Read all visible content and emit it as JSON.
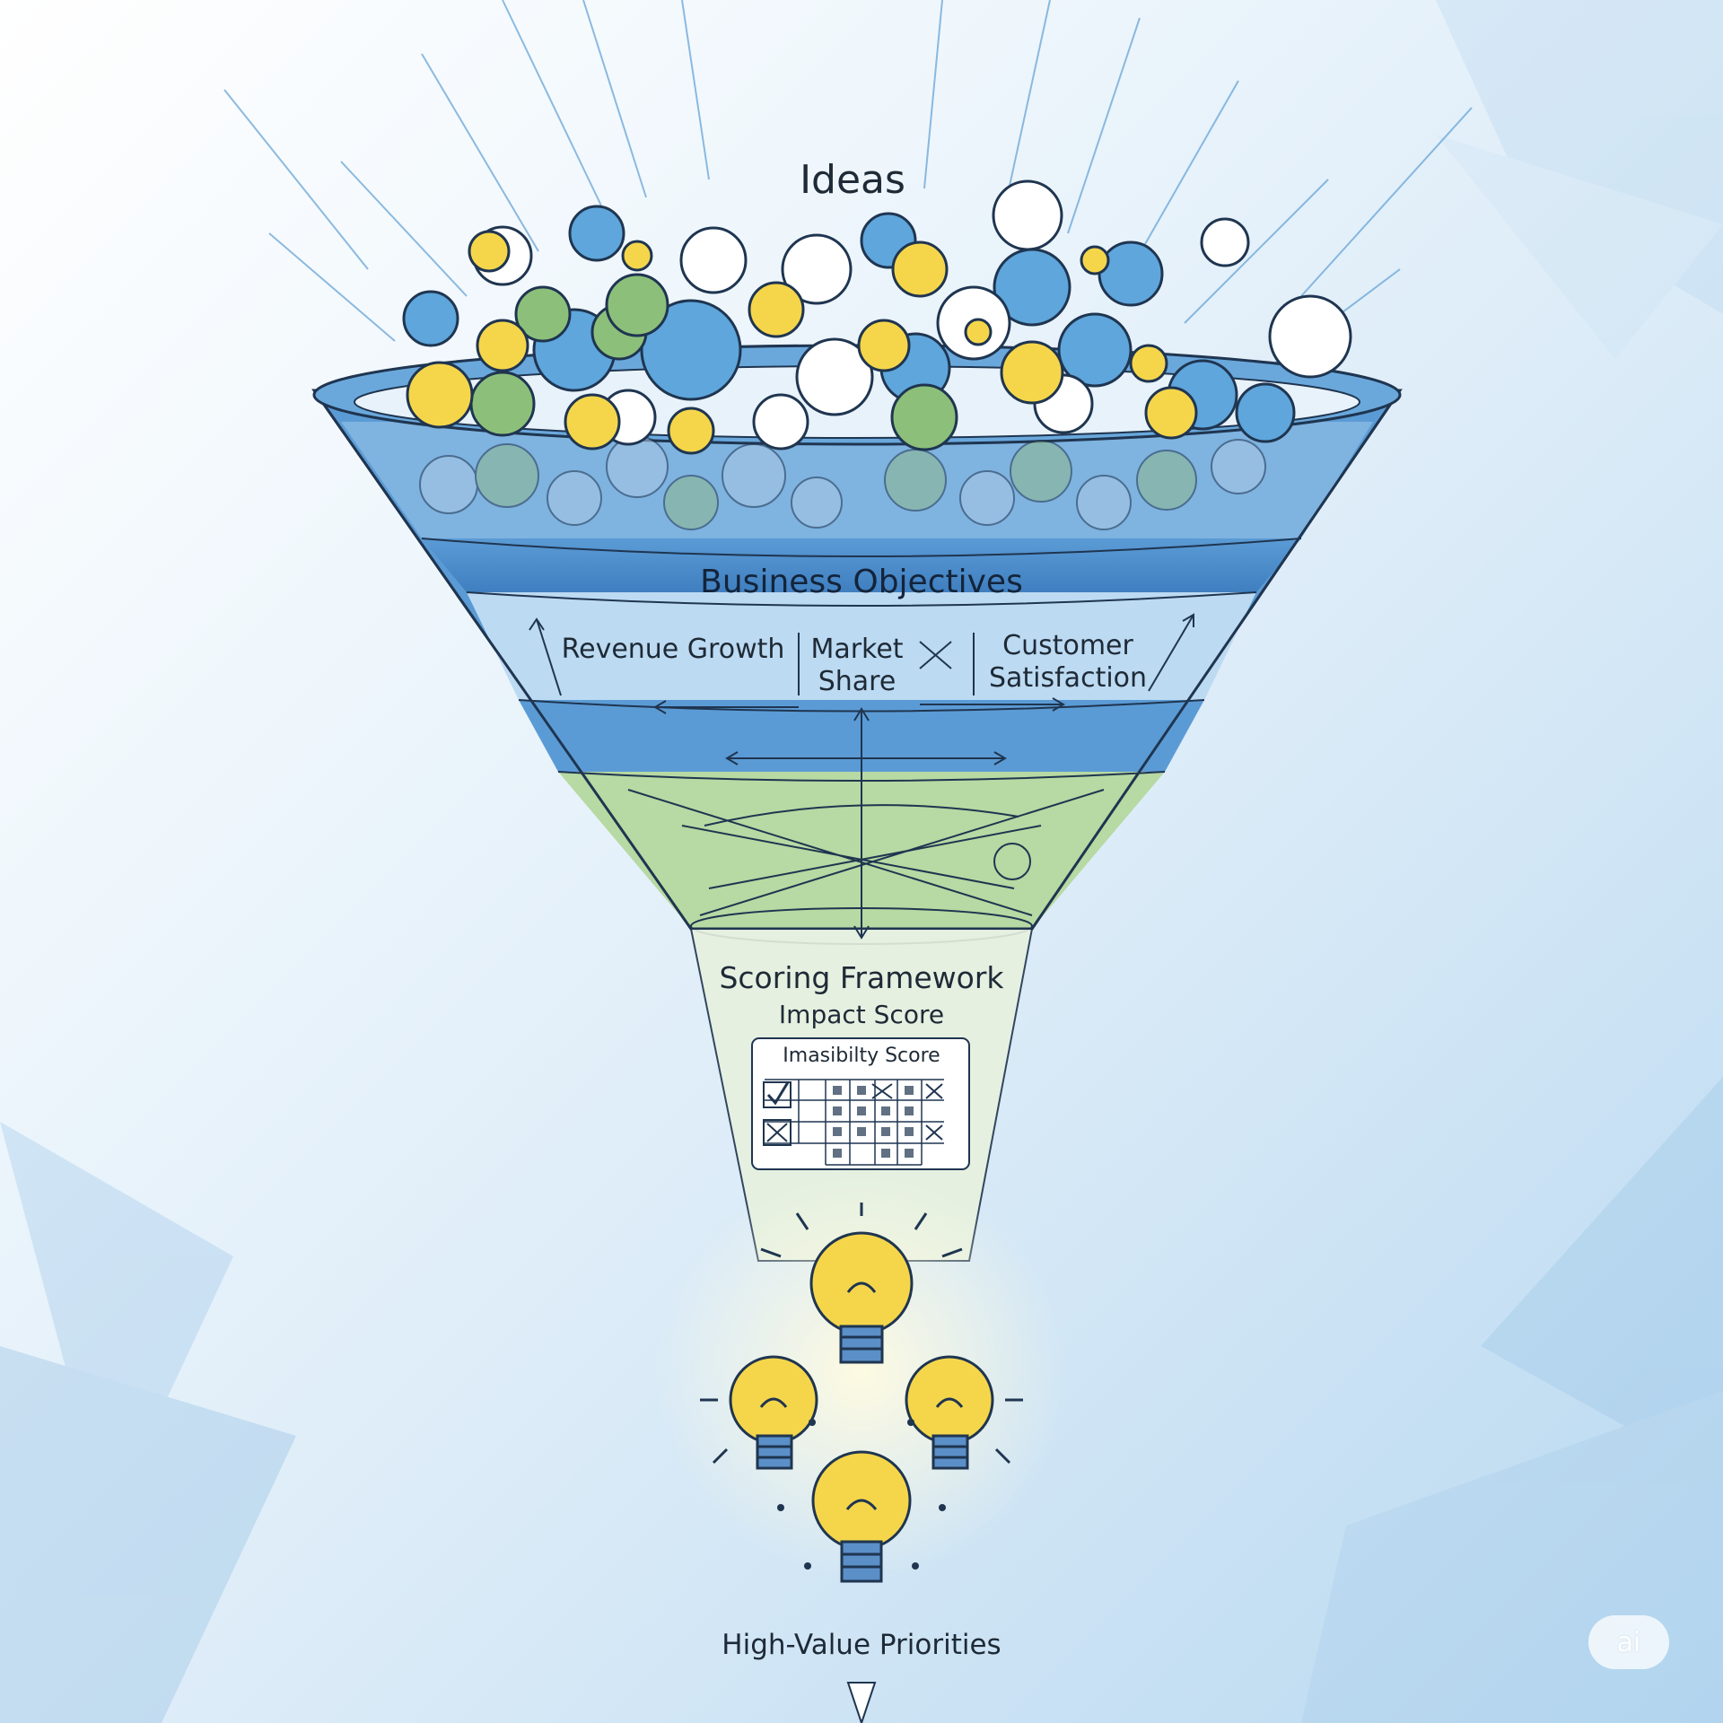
{
  "labels": {
    "ideas": "Ideas",
    "business_objectives": "Business Objectives",
    "revenue_growth": "Revenue Growth",
    "market_share_line1": "Market",
    "market_share_line2": "Share",
    "customer_satisfaction_line1": "Customer",
    "customer_satisfaction_line2": "Satisfaction",
    "scoring_framework": "Scoring Framework",
    "impact_score": "Impact Score",
    "feasibility_score": "Imasibilty Score",
    "high_value_priorities": "High-Value Priorities"
  },
  "badge": {
    "text": "ai"
  },
  "colors": {
    "funnel_blue": "#5b9bd5",
    "funnel_light_blue": "#bcdaf2",
    "funnel_green": "#b7d9a3",
    "bulb_yellow": "#f5d64b",
    "outline": "#1f3550"
  },
  "icons": [
    "lightbulb-icon",
    "thought-bubble-icon",
    "checkmark-icon",
    "cross-icon",
    "arrow-icon"
  ]
}
